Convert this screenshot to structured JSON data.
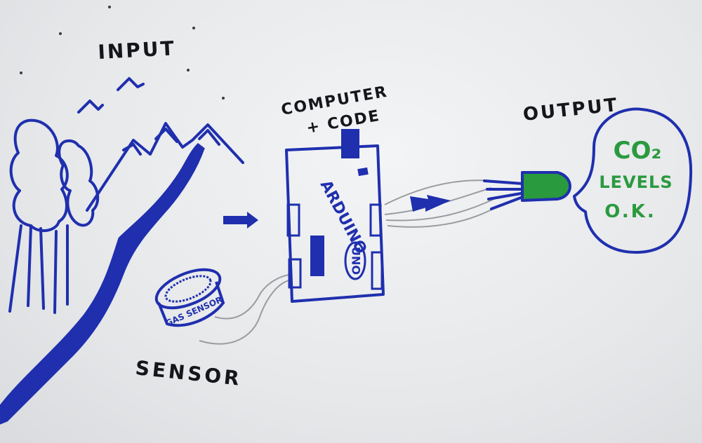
{
  "labels": {
    "input": "INPUT",
    "computer_line1": "COMPUTER",
    "computer_line2": "+ CODE",
    "output": "OUTPUT",
    "sensor": "SENSOR"
  },
  "board": {
    "brand": "ARDUINO",
    "model": "UNO"
  },
  "sensor_device": {
    "label": "GAS SENSOR"
  },
  "speech_bubble": {
    "line1": "CO₂",
    "line2": "LEVELS",
    "line3": "O.K."
  },
  "colors": {
    "ink_blue": "#1f2fae",
    "ink_black": "#15161a",
    "ink_green": "#2a9a3e",
    "wire_gray": "#9a9ca0",
    "paper": "#eceef0"
  }
}
